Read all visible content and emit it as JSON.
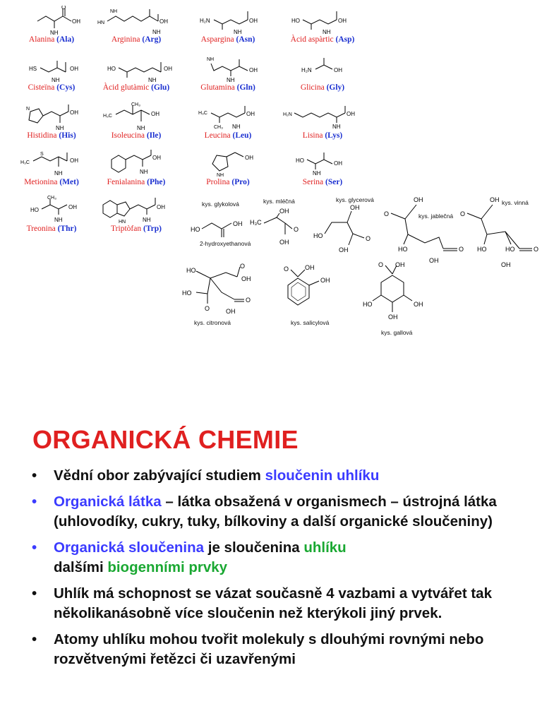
{
  "amino_acids": [
    {
      "name": "Alanina",
      "abbr": "(Ala)"
    },
    {
      "name": "Arginina",
      "abbr": "(Arg)"
    },
    {
      "name": "Aspargina",
      "abbr": "(Asn)"
    },
    {
      "name": "Àcid aspàrtic",
      "abbr": "(Asp)"
    },
    {
      "name": "Cisteïna",
      "abbr": "(Cys)"
    },
    {
      "name": "Àcid glutàmic",
      "abbr": "(Glu)"
    },
    {
      "name": "Glutamina",
      "abbr": "(Gln)"
    },
    {
      "name": "Glicina",
      "abbr": "(Gly)"
    },
    {
      "name": "Histidina",
      "abbr": "(His)"
    },
    {
      "name": "Isoleucina",
      "abbr": "(Ile)"
    },
    {
      "name": "Leucina",
      "abbr": "(Leu)"
    },
    {
      "name": "Lisina",
      "abbr": "(Lys)"
    },
    {
      "name": "Metionina",
      "abbr": "(Met)"
    },
    {
      "name": "Fenialanina",
      "abbr": "(Phe)"
    },
    {
      "name": "Prolina",
      "abbr": "(Pro)"
    },
    {
      "name": "Serina",
      "abbr": "(Ser)"
    },
    {
      "name": "Treonina",
      "abbr": "(Thr)"
    },
    {
      "name": "Triptòfan",
      "abbr": "(Trp)"
    }
  ],
  "acids": {
    "glykolova": "kys. glykolová",
    "hydroxyethanova": "2-hydroxyethanová",
    "mlecna": "kys. mléčná",
    "glycerova": "kys. glycerová",
    "jablecna": "kys. jablečná",
    "vinna": "kys. vinná",
    "citronova": "kys. citronová",
    "salicylova": "kys. salicylová",
    "gallova": "kys. gallová"
  },
  "atoms": {
    "oh": "OH",
    "o": "O",
    "ho": "HO",
    "nh2": "NH",
    "sub2": "2",
    "h3c": "H₃C",
    "hs": "HS",
    "s": "S",
    "nh": "NH",
    "h2n": "H₂N",
    "n": "N",
    "ch3": "CH₃",
    "hn": "HN"
  },
  "title": "ORGANICKÁ CHEMIE",
  "bullet_glyph": "•",
  "bullets": [
    {
      "a": "Vědní obor zabývající studiem ",
      "b": "sloučenin uhlíku"
    },
    {
      "a": "Organická látka",
      "b": " – látka obsažená v organismech – ústrojná látka (uhlovodíky, cukry, tuky, bílkoviny a další organické sloučeniny)"
    },
    {
      "a": "Organická sloučenina",
      "b": " je sloučenina ",
      "c": "uhlíku",
      "d": " dalšími ",
      "e": "biogenními prvky"
    },
    {
      "a": "Uhlík má schopnost se vázat současně 4 vazbami a vytvářet tak několikanásobně více sloučenin než kterýkoli jiný prvek."
    },
    {
      "a": "Atomy uhlíku mohou tvořit molekuly s dlouhými rovnými nebo rozvětvenými řetězci či uzavřenými"
    }
  ]
}
